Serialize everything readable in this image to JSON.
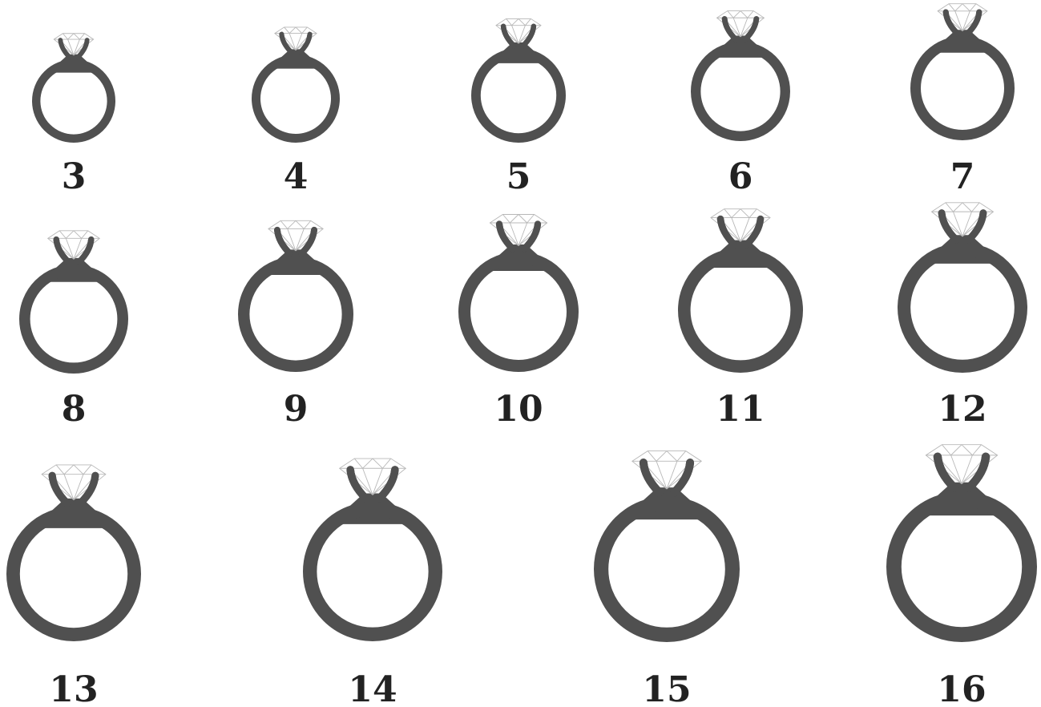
{
  "colors": {
    "band": "#505050",
    "gem_outline": "#b8b8b8",
    "label": "#222222",
    "background": "#ffffff"
  },
  "ring_sizes": [
    {
      "size": 3,
      "label": "3"
    },
    {
      "size": 4,
      "label": "4"
    },
    {
      "size": 5,
      "label": "5"
    },
    {
      "size": 6,
      "label": "6"
    },
    {
      "size": 7,
      "label": "7"
    },
    {
      "size": 8,
      "label": "8"
    },
    {
      "size": 9,
      "label": "9"
    },
    {
      "size": 10,
      "label": "10"
    },
    {
      "size": 11,
      "label": "11"
    },
    {
      "size": 12,
      "label": "12"
    },
    {
      "size": 13,
      "label": "13"
    },
    {
      "size": 14,
      "label": "14"
    },
    {
      "size": 15,
      "label": "15"
    },
    {
      "size": 16,
      "label": "16"
    }
  ]
}
